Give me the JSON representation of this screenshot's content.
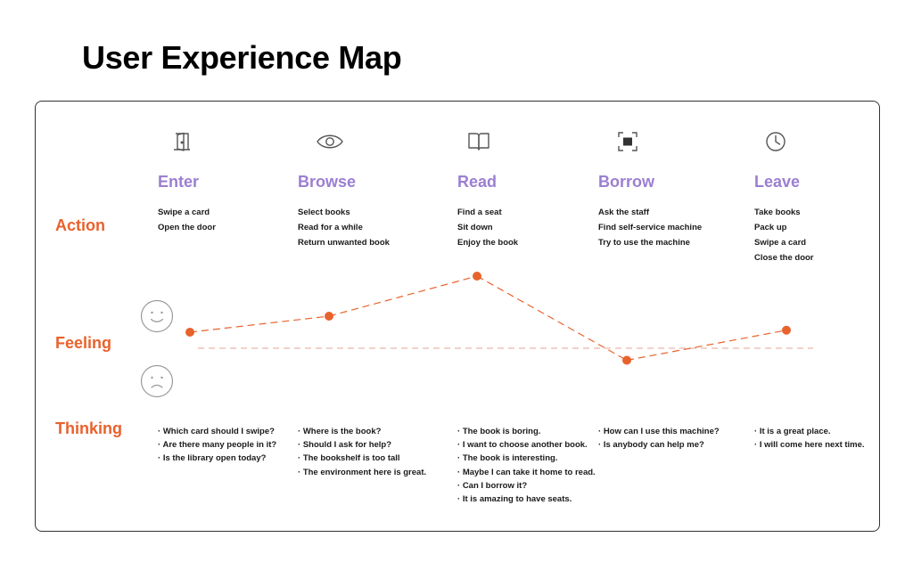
{
  "title": "User Experience Map",
  "rows": {
    "action": "Action",
    "feeling": "Feeling",
    "thinking": "Thinking"
  },
  "colors": {
    "accent": "#e8622c",
    "stage": "#9b7fd1",
    "text": "#1a1a1a",
    "icon": "#555555"
  },
  "stages": [
    {
      "name": "Enter",
      "icon": "door-icon",
      "actions": [
        "Swipe a card",
        "Open the door"
      ],
      "thoughts": [
        "Which card should I swipe?",
        "Are there many people in it?",
        "Is the library open today?"
      ]
    },
    {
      "name": "Browse",
      "icon": "eye-icon",
      "actions": [
        "Select books",
        "Read for a while",
        "Return unwanted book"
      ],
      "thoughts": [
        "Where is the book?",
        "Should I ask for help?",
        "The bookshelf is too tall",
        "The environment here is great."
      ]
    },
    {
      "name": "Read",
      "icon": "book-icon",
      "actions": [
        "Find a seat",
        "Sit down",
        "Enjoy the book"
      ],
      "thoughts": [
        "The book is boring.",
        "I want to choose another book.",
        "The book is interesting.",
        "Maybe I can take it home to read.",
        "Can I borrow it?",
        "It  is amazing to have seats."
      ]
    },
    {
      "name": "Borrow",
      "icon": "scan-icon",
      "actions": [
        "Ask the staff",
        "Find self-service machine",
        "Try to use the machine"
      ],
      "thoughts": [
        "How can I use this machine?",
        "Is anybody can help me?"
      ]
    },
    {
      "name": "Leave",
      "icon": "clock-icon",
      "actions": [
        "Take books",
        "Pack up",
        "Swipe a card",
        "Close the door"
      ],
      "thoughts": [
        "It is a great place.",
        "I will come here next time."
      ]
    }
  ],
  "chart_data": {
    "type": "line",
    "categories": [
      "Enter",
      "Browse",
      "Read",
      "Borrow",
      "Leave"
    ],
    "values": [
      0.4,
      0.8,
      1.8,
      -0.3,
      0.45
    ],
    "baseline": 0,
    "ylim": [
      -1,
      2
    ],
    "line_style": "dashed",
    "color": "#e8622c",
    "markers": [
      "happy-face-icon",
      "sad-face-icon"
    ]
  }
}
